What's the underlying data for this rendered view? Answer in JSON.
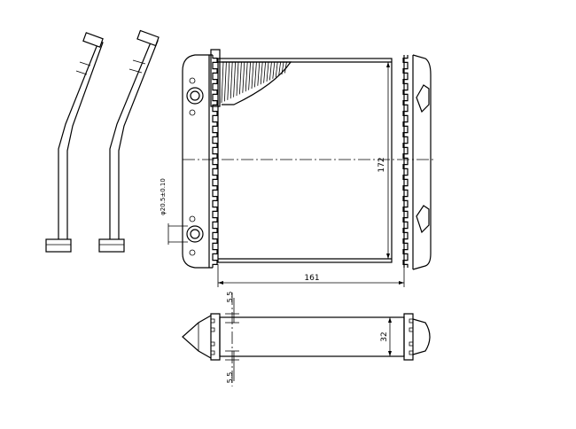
{
  "diagram": {
    "dimensions": {
      "height": "172",
      "width": "161",
      "diameter": "φ20.5±0.10",
      "depth": "32",
      "offset_top": "5.5",
      "offset_bottom": "5.5"
    }
  }
}
